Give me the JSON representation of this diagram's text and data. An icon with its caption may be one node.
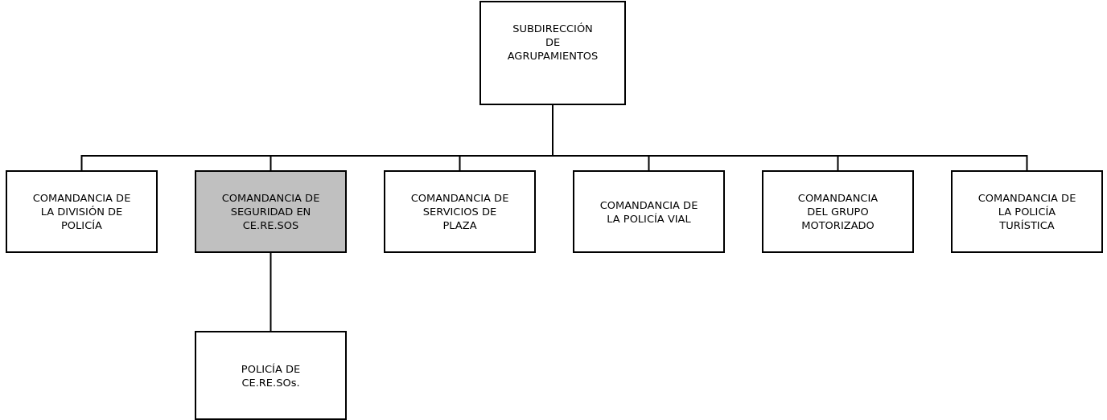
{
  "diagram": {
    "nodes": [
      {
        "text": [
          "SUBDIRECCIÓN DE AGRUPAMIENTOS"
        ]
      },
      {
        "text": [
          "COMANDANCIA DE LA DIVISIÓN DE POLICÍA"
        ]
      },
      {
        "text": [
          "COMANDANCIA DE SEGURIDAD EN CE.RE.SOS"
        ]
      },
      {
        "text": [
          "COMANDANCIA DE SERVICIOS DE PLAZA"
        ]
      },
      {
        "text": [
          "COMANDANCIA DE LA POLICÍA VIAL"
        ]
      },
      {
        "text": [
          "COMANDANCIA DEL GRUPO MOTORIZADO"
        ]
      },
      {
        "text": [
          "COMANDANCIA DE LA POLICÍA TURÍSTICA"
        ]
      },
      {
        "text": [
          "POLICÍA DE CE.RE.SOs."
        ]
      }
    ],
    "edges": [
      {
        "from": 0,
        "to": 1,
        "arrow": "none"
      },
      {
        "from": 0,
        "to": 2,
        "arrow": "none"
      },
      {
        "from": 0,
        "to": 3,
        "arrow": "none"
      },
      {
        "from": 0,
        "to": 4,
        "arrow": "none"
      },
      {
        "from": 0,
        "to": 5,
        "arrow": "none"
      },
      {
        "from": 0,
        "to": 6,
        "arrow": "none"
      },
      {
        "from": 2,
        "to": 7,
        "arrow": "none"
      }
    ]
  }
}
